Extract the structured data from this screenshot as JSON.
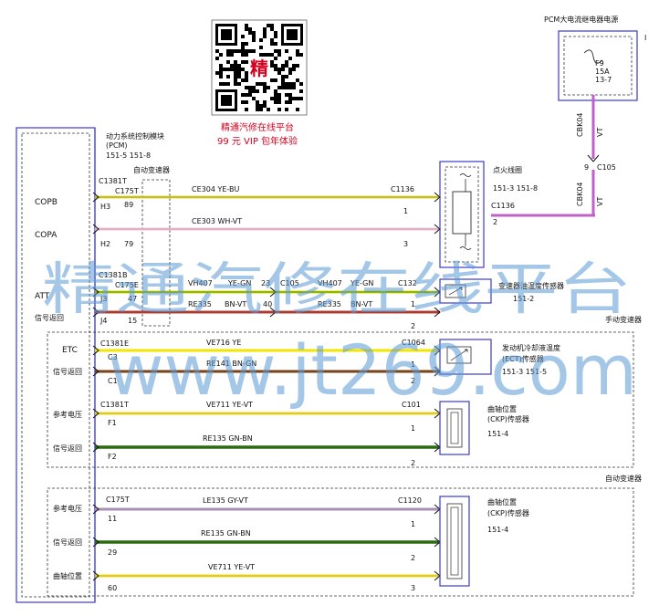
{
  "qr": {
    "line1": "精通汽修在线平台",
    "line2": "99 元 VIP 包年体验",
    "center": "精"
  },
  "watermark": {
    "line1": "精通汽修在线平台",
    "line2": "www.jt269.com"
  },
  "pcm": {
    "title": "动力系统控制模块",
    "abbr": "(PCM)",
    "pages": "151-5  151-8",
    "transmission": "自动变速器"
  },
  "power": {
    "title": "PCM大电流继电器电源",
    "fuse": "F9",
    "rating": "15A",
    "page": "13-7",
    "wire_upper": "CBK04",
    "wire_lower": "CBK04",
    "color_upper": "VT",
    "color_lower": "VT",
    "junction": "C105",
    "junction_pin": "9"
  },
  "coil": {
    "name": "点火线圈",
    "pages": "151-3  151-8",
    "connector": "C1136",
    "pin": "2"
  },
  "rows": {
    "copb": {
      "label": "COPB",
      "conn1": "C1381T",
      "conn2": "C175T",
      "pin1": "H3",
      "pin2": "89",
      "wire": "CE304  YE-BU",
      "end_conn": "C1136",
      "end_pin": "1"
    },
    "copa": {
      "label": "COPA",
      "pin1": "H2",
      "pin2": "79",
      "wire": "CE303  WH-VT",
      "end_pin": "3"
    },
    "att": {
      "label": "ATT",
      "ret_label": "信号返回",
      "conn1": "C1381B",
      "conn2": "C175E",
      "pin1": "J3",
      "pin2": "47",
      "pin3": "J4",
      "pin4": "15",
      "wire1": "VH407",
      "color1": "YE-GN",
      "junc_pin1": "23",
      "junc": "C105",
      "wire1b": "VH407",
      "color1b": "YE-GN",
      "end_conn": "C132",
      "wire2": "RE335",
      "color2": "BN-VT",
      "junc_pin2": "40",
      "wire2b": "RE335",
      "color2b": "BN-VT",
      "end_pin1": "1",
      "end_pin2": "2",
      "sensor": "变速器油温度传感器",
      "sensor_page": "151-2"
    },
    "manual": "手动变速器",
    "etc": {
      "label": "ETC",
      "ret_label": "信号返回",
      "conn": "C1381E",
      "pin1": "C3",
      "pin2": "C1",
      "wire1": "VE716  YE",
      "wire2": "RE141  BN-GN",
      "end_conn": "C1064",
      "end_pin1": "1",
      "end_pin2": "2",
      "sensor_line1": "发动机冷却液温度",
      "sensor_line2": "(ECT)传感器",
      "sensor_page": "151-3  151-5"
    },
    "ckp1": {
      "ref_label": "参考电压",
      "ret_label": "信号返回",
      "conn": "C1381T",
      "pin1": "F1",
      "pin2": "F2",
      "wire1": "VE711  YE-VT",
      "wire2": "RE135  GN-BN",
      "end_conn": "C101",
      "end_pin1": "1",
      "end_pin2": "2",
      "sensor_line1": "曲轴位置",
      "sensor_line2": "(CKP)传感器",
      "sensor_page": "151-4"
    },
    "auto": "自动变速器",
    "ckp2": {
      "ref_label": "参考电压",
      "ret_label": "信号返回",
      "pos_label": "曲轴位置",
      "conn": "C175T",
      "pin1": "11",
      "pin2": "29",
      "pin3": "60",
      "wire1": "LE135  GY-VT",
      "wire2": "RE135  GN-BN",
      "wire3": "VE711  YE-VT",
      "end_conn": "C1120",
      "end_pin1": "1",
      "end_pin2": "2",
      "end_pin3": "3",
      "sensor_line1": "曲轴位置",
      "sensor_line2": "(CKP)传感器",
      "sensor_page": "151-4"
    }
  },
  "colors": {
    "yellow": "#f2e600",
    "pink": "#d88fd8",
    "lightpink": "#f2c6d2",
    "brown": "#8b3a1a",
    "green": "#2d6b12",
    "grayviolet": "#a88fb0",
    "border": "#3b3bd0"
  }
}
